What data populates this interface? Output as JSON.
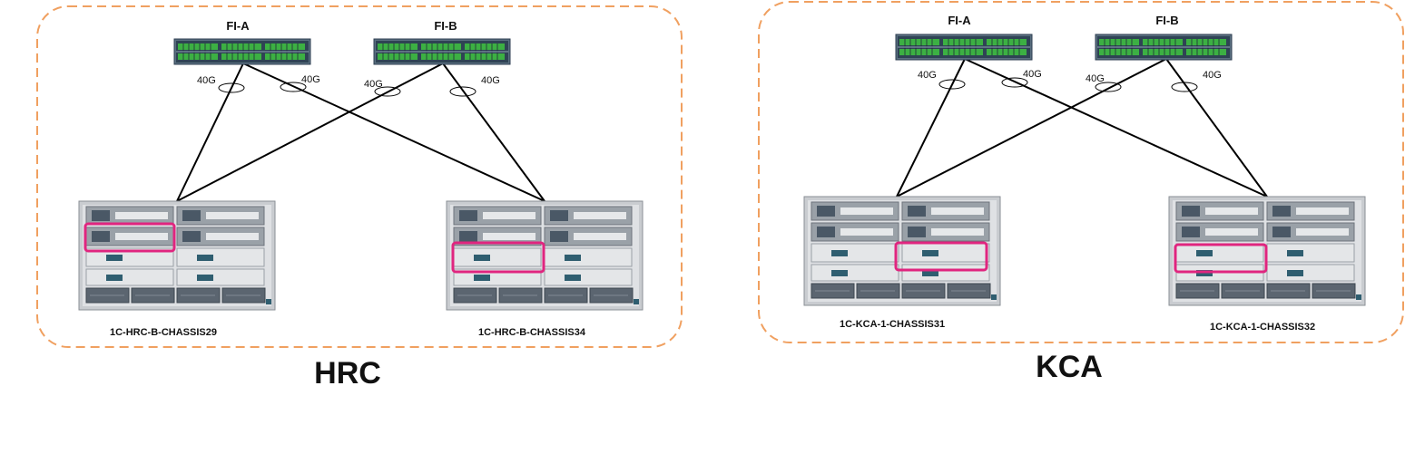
{
  "sites": [
    {
      "name": "HRC",
      "fabric_interconnects": [
        "FI-A",
        "FI-B"
      ],
      "uplink_speed_labels": [
        "40G",
        "40G",
        "40G",
        "40G"
      ],
      "chassis": [
        "1C-HRC-B-CHASSIS29",
        "1C-HRC-B-CHASSIS34"
      ]
    },
    {
      "name": "KCA",
      "fabric_interconnects": [
        "FI-A",
        "FI-B"
      ],
      "uplink_speed_labels": [
        "40G",
        "40G",
        "40G",
        "40G"
      ],
      "chassis": [
        "1C-KCA-1-CHASSIS31",
        "1C-KCA-1-CHASSIS32"
      ]
    }
  ],
  "colors": {
    "site_border": "#f0a060",
    "highlight": "#e0257f",
    "link_line": "#000000",
    "switch_port": "#3cb043",
    "switch_body": "#2c3e50",
    "chassis_body": "#c9ccd0"
  }
}
